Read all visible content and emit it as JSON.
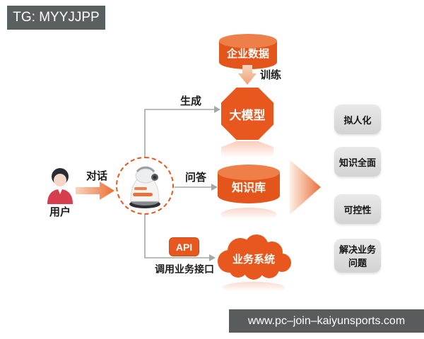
{
  "badge": {
    "text": "TG: MYYJJPP"
  },
  "user": {
    "label": "用户"
  },
  "edges": {
    "dialog_label": "对话",
    "generate_label": "生成",
    "qa_label": "问答",
    "train_label": "训练",
    "api_label": "API",
    "api_caption": "调用业务接口"
  },
  "nodes": {
    "enterprise_data": {
      "label": "企业数据"
    },
    "large_model": {
      "label": "大模型"
    },
    "knowledge_base": {
      "label": "知识库"
    },
    "business_system": {
      "label": "业务系统"
    }
  },
  "benefits": [
    {
      "label": "拟人化"
    },
    {
      "label": "知识全面"
    },
    {
      "label": "可控性"
    },
    {
      "label": "解决业务问题"
    }
  ],
  "footer": {
    "url": "www.pc–join–kaiyunsports.com"
  },
  "colors": {
    "accent_orange": "#e8571d",
    "cylinder_top": "#ef7f49",
    "badge_bg": "#5a5f5f",
    "footer_bg": "#585c5c",
    "benefit_box_bg": "#dedede",
    "connector_gray": "#a3a8a8"
  }
}
